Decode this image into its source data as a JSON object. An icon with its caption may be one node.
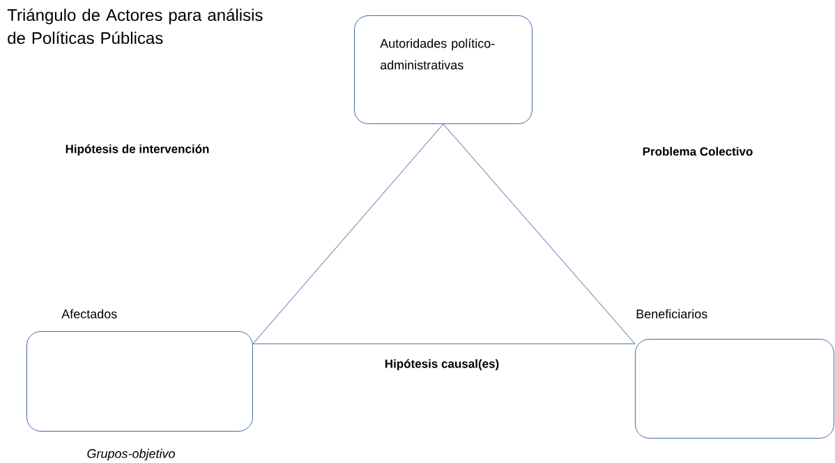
{
  "diagram": {
    "title": "Triángulo de Actores para análisis de Políticas Públicas",
    "nodes": [
      {
        "text": [
          "Autoridades político-administrativas"
        ]
      },
      {
        "text": [
          "Afectados"
        ],
        "beside": [
          "Grupos-objetivo"
        ]
      },
      {
        "text": [
          "Beneficiarios"
        ]
      }
    ],
    "edges": [
      {
        "from": 0,
        "to": 1,
        "arrow": "none"
      },
      {
        "from": 1,
        "to": 2,
        "arrow": "none",
        "label": "Hipótesis causal(es)"
      },
      {
        "from": 2,
        "to": 0,
        "arrow": "none"
      }
    ],
    "labels": [
      "Hipótesis de intervención",
      "Problema Colectivo"
    ]
  }
}
